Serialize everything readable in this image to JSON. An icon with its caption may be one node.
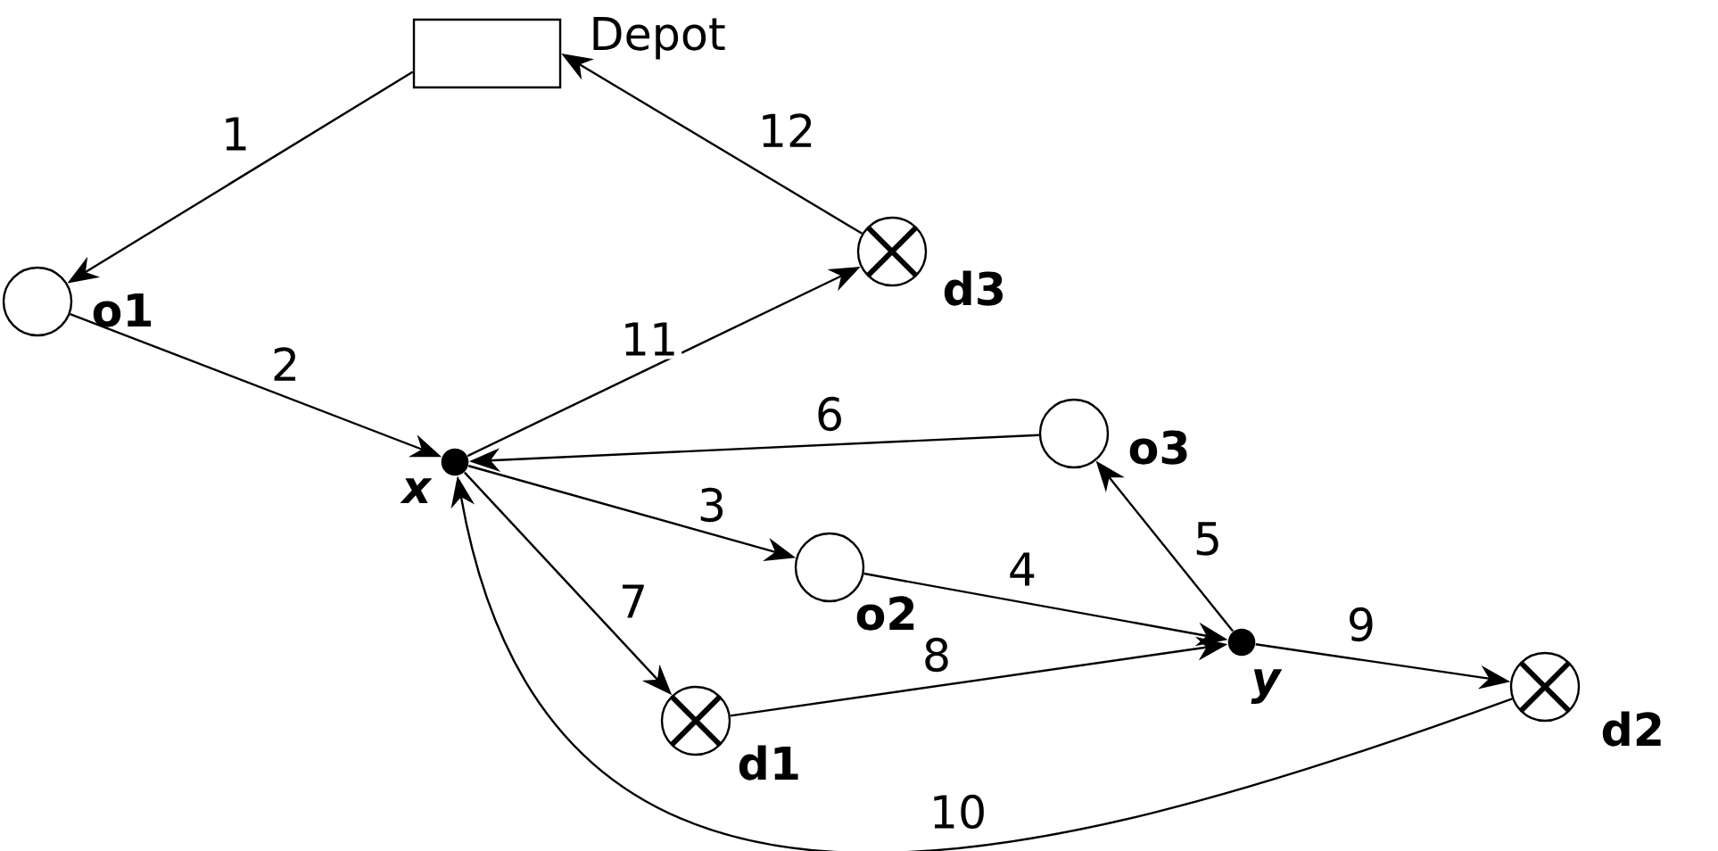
{
  "diagram": {
    "nodes": [
      {
        "text": [],
        "shape": "box",
        "beside": [
          "Depot"
        ]
      },
      {
        "text": [],
        "shape": "circle",
        "beside": [
          "o1"
        ]
      },
      {
        "text": [],
        "shape": "crossed-circle",
        "beside": [
          "d3"
        ]
      },
      {
        "text": [],
        "shape": "dot",
        "beside": [
          "x"
        ]
      },
      {
        "text": [],
        "shape": "circle",
        "beside": [
          "o3"
        ]
      },
      {
        "text": [],
        "shape": "circle",
        "beside": [
          "o2"
        ]
      },
      {
        "text": [],
        "shape": "dot",
        "beside": [
          "y"
        ]
      },
      {
        "text": [],
        "shape": "crossed-circle",
        "beside": [
          "d1"
        ]
      },
      {
        "text": [],
        "shape": "crossed-circle",
        "beside": [
          "d2"
        ]
      }
    ],
    "edges": [
      {
        "from": 0,
        "to": 1,
        "arrow": "to",
        "label": "1"
      },
      {
        "from": 1,
        "to": 3,
        "arrow": "to",
        "label": "2"
      },
      {
        "from": 3,
        "to": 5,
        "arrow": "to",
        "label": "3"
      },
      {
        "from": 5,
        "to": 6,
        "arrow": "to",
        "label": "4"
      },
      {
        "from": 6,
        "to": 4,
        "arrow": "to",
        "label": "5"
      },
      {
        "from": 4,
        "to": 3,
        "arrow": "to",
        "label": "6"
      },
      {
        "from": 3,
        "to": 7,
        "arrow": "to",
        "label": "7"
      },
      {
        "from": 7,
        "to": 6,
        "arrow": "to",
        "label": "8"
      },
      {
        "from": 6,
        "to": 8,
        "arrow": "to",
        "label": "9"
      },
      {
        "from": 8,
        "to": 3,
        "arrow": "to",
        "label": "10"
      },
      {
        "from": 3,
        "to": 2,
        "arrow": "to",
        "label": "11"
      },
      {
        "from": 2,
        "to": 0,
        "arrow": "to",
        "label": "12"
      }
    ]
  }
}
